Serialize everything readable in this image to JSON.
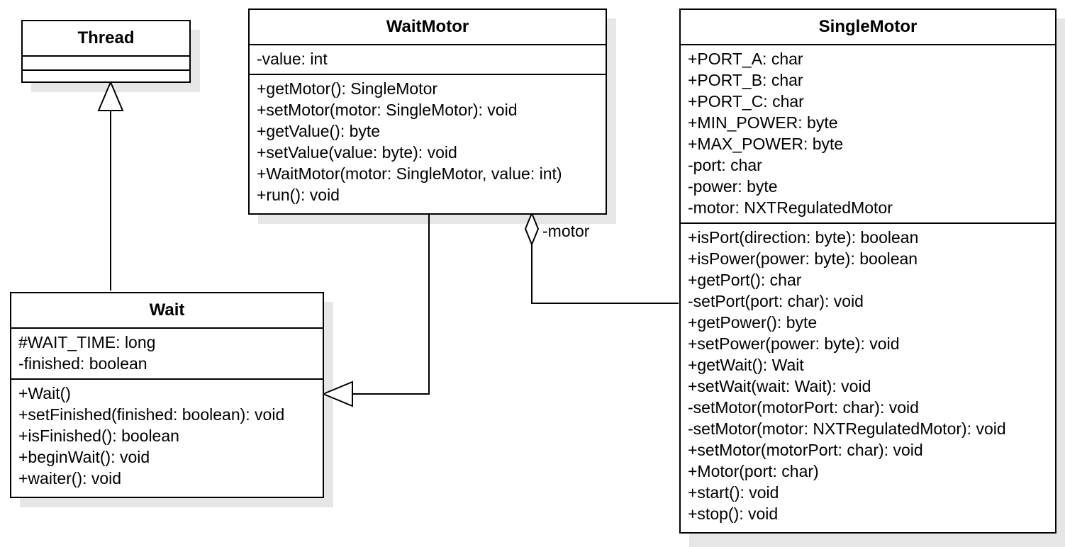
{
  "classes": {
    "thread": {
      "name": "Thread",
      "attributes": [],
      "operations": []
    },
    "wait_motor": {
      "name": "WaitMotor",
      "attributes": [
        "-value: int"
      ],
      "operations": [
        "+getMotor(): SingleMotor",
        "+setMotor(motor: SingleMotor): void",
        "+getValue(): byte",
        "+setValue(value: byte): void",
        "+WaitMotor(motor: SingleMotor, value: int)",
        "+run(): void"
      ]
    },
    "single_motor": {
      "name": "SingleMotor",
      "attributes": [
        "+PORT_A: char",
        "+PORT_B: char",
        "+PORT_C: char",
        "+MIN_POWER: byte",
        "+MAX_POWER: byte",
        "-port: char",
        "-power: byte",
        "-motor: NXTRegulatedMotor"
      ],
      "operations": [
        "+isPort(direction: byte): boolean",
        "+isPower(power: byte): boolean",
        "+getPort(): char",
        "-setPort(port: char): void",
        "+getPower(): byte",
        "+setPower(power: byte): void",
        "+getWait(): Wait",
        "+setWait(wait: Wait): void",
        "-setMotor(motorPort: char): void",
        "-setMotor(motor: NXTRegulatedMotor): void",
        "+setMotor(motorPort: char): void",
        "+Motor(port: char)",
        "+start(): void",
        "+stop(): void"
      ]
    },
    "wait": {
      "name": "Wait",
      "attributes": [
        "#WAIT_TIME: long",
        "-finished: boolean"
      ],
      "operations": [
        "+Wait()",
        "+setFinished(finished: boolean): void",
        "+isFinished(): boolean",
        "+beginWait(): void",
        "+waiter(): void"
      ]
    }
  },
  "relations": [
    {
      "type": "generalization",
      "from": "Wait",
      "to": "Thread"
    },
    {
      "type": "generalization",
      "from": "WaitMotor",
      "to": "Wait"
    },
    {
      "type": "aggregation",
      "whole": "WaitMotor",
      "part": "SingleMotor",
      "role": "-motor"
    }
  ],
  "colors": {
    "line": "#000000",
    "fill": "#ffffff",
    "shadow": "#e6e6e6"
  }
}
